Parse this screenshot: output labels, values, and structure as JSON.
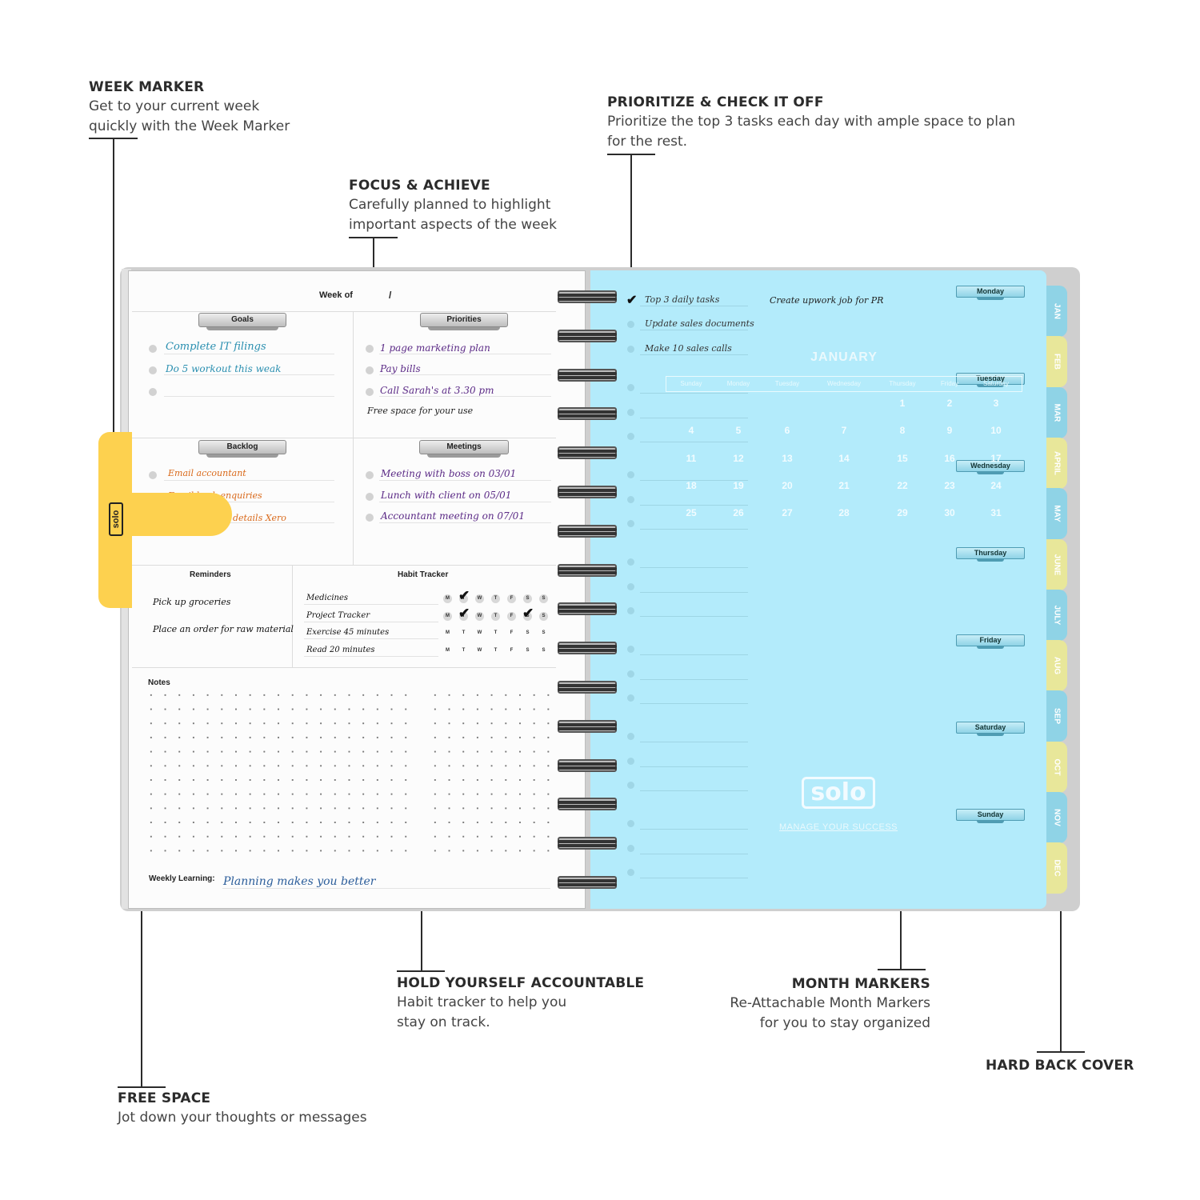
{
  "callouts": {
    "week_marker": {
      "title": "WEEK MARKER",
      "desc1": "Get to your current week",
      "desc2": "quickly with the Week Marker"
    },
    "focus": {
      "title": "FOCUS & ACHIEVE",
      "desc1": "Carefully planned to highlight",
      "desc2": "important aspects of the week"
    },
    "prioritize": {
      "title": "PRIORITIZE & CHECK IT OFF",
      "desc1": "Prioritize the top 3 tasks each day with ample space to plan",
      "desc2": "for the rest."
    },
    "accountable": {
      "title": "HOLD YOURSELF ACCOUNTABLE",
      "desc1": "Habit tracker to help you",
      "desc2": "stay on track."
    },
    "month_markers": {
      "title": "MONTH MARKERS",
      "desc1": "Re-Attachable Month Markers",
      "desc2": "for you to stay organized"
    },
    "hard_back": {
      "title": "HARD BACK COVER"
    },
    "free_space": {
      "title": "FREE SPACE",
      "desc1": "Jot down your thoughts or messages"
    }
  },
  "left_page": {
    "week_of": "Week of",
    "week_slash": "/",
    "goals": {
      "label": "Goals",
      "items": [
        "Complete IT filings",
        "Do 5 workout this weak"
      ]
    },
    "priorities": {
      "label": "Priorities",
      "items": [
        "1 page marketing plan",
        "Pay bills",
        "Call Sarah's at 3.30 pm"
      ],
      "free": "Free space for your use"
    },
    "backlog": {
      "label": "Backlog",
      "items": [
        "Email accountant",
        "Email back enquiries",
        "details Xero"
      ]
    },
    "meetings": {
      "label": "Meetings",
      "items": [
        "Meeting with boss on 03/01",
        "Lunch with client on 05/01",
        "Accountant meeting on 07/01"
      ]
    },
    "reminders": {
      "label": "Reminders",
      "items": [
        "Pick up groceries",
        "Place an order for raw material"
      ]
    },
    "habit": {
      "label": "Habit Tracker",
      "items": [
        "Medicines",
        "Project Tracker",
        "Exercise 45 minutes",
        "Read 20 minutes"
      ],
      "days": [
        "M",
        "T",
        "W",
        "T",
        "F",
        "S",
        "S"
      ]
    },
    "notes": "Notes",
    "weekly_learning_label": "Weekly Learning:",
    "weekly_learning": "Planning makes you better"
  },
  "right_page": {
    "tasks": [
      "Top 3 daily tasks",
      "Update sales documents",
      "Make 10 sales calls"
    ],
    "side_note": "Create upwork job for PR",
    "days": [
      "Monday",
      "Tuesday",
      "Wednesday",
      "Thursday",
      "Friday",
      "Saturday",
      "Sunday"
    ],
    "month": "JANUARY",
    "cal_headers": [
      "Sunday",
      "Monday",
      "Tuesday",
      "Wednesday",
      "Thursday",
      "Friday",
      "Saturday"
    ],
    "cal_rows": [
      [
        "",
        "",
        "",
        "",
        "1",
        "2",
        "3"
      ],
      [
        "4",
        "5",
        "6",
        "7",
        "8",
        "9",
        "10"
      ],
      [
        "11",
        "12",
        "13",
        "14",
        "15",
        "16",
        "17"
      ],
      [
        "18",
        "19",
        "20",
        "21",
        "22",
        "23",
        "24"
      ],
      [
        "25",
        "26",
        "27",
        "28",
        "29",
        "30",
        "31"
      ]
    ],
    "logo": "solo",
    "tagline": "MANAGE YOUR SUCCESS"
  },
  "month_tabs": [
    "JAN",
    "FEB",
    "MAR",
    "APRIL",
    "MAY",
    "JUNE",
    "JULY",
    "AUG",
    "SEP",
    "OCT",
    "NOV",
    "DEC"
  ],
  "week_marker_logo": "solo",
  "colors": {
    "accent_blue": "#b3ebfb",
    "marker_yellow": "#fdd14f",
    "tab_blue": "#8fd3e6",
    "tab_yellow": "#e8e79a",
    "ink_teal": "#2a8fb0",
    "ink_purple": "#5b2a86",
    "ink_orange": "#d9691a"
  }
}
